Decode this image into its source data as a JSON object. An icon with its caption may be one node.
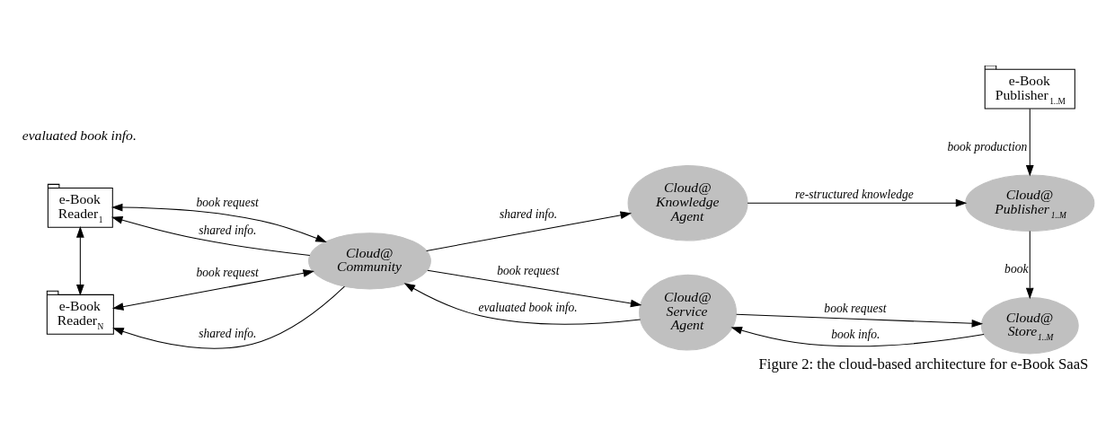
{
  "diagram": {
    "caption": "Figure 2: the cloud-based architecture for e-Book SaaS",
    "nodes": [
      {
        "text": [
          "e-Book Reader$_{1}$"
        ]
      },
      {
        "text": [
          "e-Book Reader$_{N}$"
        ]
      },
      {
        "text": [
          "Cloud@ Community"
        ]
      },
      {
        "text": [
          "Cloud@ Knowledge Agent"
        ]
      },
      {
        "text": [
          "Cloud@ Service Agent"
        ]
      },
      {
        "text": [
          "e-Book Publisher$_{1..M}$"
        ]
      },
      {
        "text": [
          "Cloud@ Publisher$_{1..M}$"
        ]
      },
      {
        "text": [
          "Cloud@ Store$_{1..M}$"
        ]
      }
    ],
    "edges": [
      {
        "from": 0,
        "to": 1,
        "arrow": "both"
      },
      {
        "from": 0,
        "to": 2,
        "arrow": "both",
        "label": "book request"
      },
      {
        "from": 2,
        "to": 0,
        "arrow": "to",
        "label": "shared info."
      },
      {
        "from": 2,
        "to": 1,
        "arrow": "to",
        "label": "shared info."
      },
      {
        "from": 1,
        "to": 2,
        "arrow": "both",
        "label": "book request"
      },
      {
        "from": 2,
        "to": 3,
        "arrow": "to",
        "label": "shared info."
      },
      {
        "from": 3,
        "to": 6,
        "arrow": "to",
        "label": "re-structured knowledge"
      },
      {
        "from": 5,
        "to": 6,
        "arrow": "to",
        "label": "book production"
      },
      {
        "from": 6,
        "to": 7,
        "arrow": "to",
        "label": "book"
      },
      {
        "from": 2,
        "to": 4,
        "arrow": "to",
        "label": "book request"
      },
      {
        "from": 4,
        "to": 2,
        "arrow": "to",
        "label": "evaluated book info."
      },
      {
        "from": 4,
        "to": 7,
        "arrow": "to",
        "label": "book request"
      },
      {
        "from": 7,
        "to": 4,
        "arrow": "to",
        "label": "book info."
      }
    ],
    "labels": [
      "evaluated book info."
    ]
  }
}
